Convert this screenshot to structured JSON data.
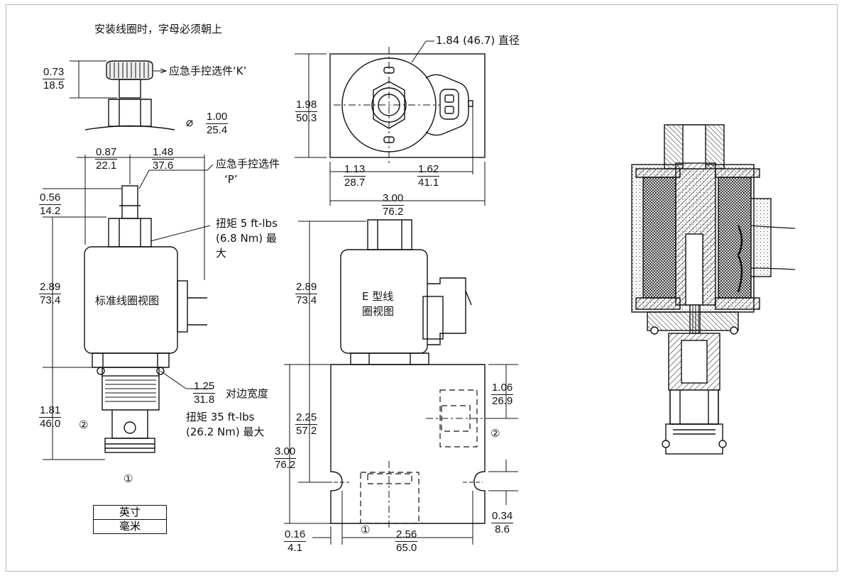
{
  "notes": {
    "install": "安装线圈时，字母必须朝上",
    "diameter": "1.84 (46.7)  直径",
    "manual_k": "应急手控选件‘K’",
    "manual_p_line1": "应急手控选件",
    "manual_p_line2": "‘P’",
    "torque_coil_line1": "扭矩 5 ft-lbs",
    "torque_coil_line2": "(6.8 Nm)  最",
    "torque_coil_line3": "大",
    "std_coil": "标准线圈视图",
    "e_coil_line1": "E 型线",
    "e_coil_line2": "圈视图",
    "hex": "对边宽度",
    "torque_body_line1": "扭矩 35 ft-lbs",
    "torque_body_line2": "(26.2 Nm) 最大",
    "diameter_symbol": "⌀"
  },
  "ports": {
    "p1": "①",
    "p2": "②"
  },
  "legend": {
    "top": "英寸",
    "bottom": "毫米"
  },
  "dims": {
    "d073": {
      "in": "0.73",
      "mm": "18.5"
    },
    "d100": {
      "in": "1.00",
      "mm": "25.4"
    },
    "d087": {
      "in": "0.87",
      "mm": "22.1"
    },
    "d148": {
      "in": "1.48",
      "mm": "37.6"
    },
    "d056": {
      "in": "0.56",
      "mm": "14.2"
    },
    "d289a": {
      "in": "2.89",
      "mm": "73.4"
    },
    "d181": {
      "in": "1.81",
      "mm": "46.0"
    },
    "d125": {
      "in": "1.25",
      "mm": "31.8"
    },
    "d198": {
      "in": "1.98",
      "mm": "50.3"
    },
    "d113": {
      "in": "1.13",
      "mm": "28.7"
    },
    "d162": {
      "in": "1.62",
      "mm": "41.1"
    },
    "d300a": {
      "in": "3.00",
      "mm": "76.2"
    },
    "d289b": {
      "in": "2.89",
      "mm": "73.4"
    },
    "d225": {
      "in": "2.25",
      "mm": "57.2"
    },
    "d300b": {
      "in": "3.00",
      "mm": "76.2"
    },
    "d106": {
      "in": "1.06",
      "mm": "26.9"
    },
    "d034": {
      "in": "0.34",
      "mm": "8.6"
    },
    "d016": {
      "in": "0.16",
      "mm": "4.1"
    },
    "d256": {
      "in": "2.56",
      "mm": "65.0"
    }
  }
}
